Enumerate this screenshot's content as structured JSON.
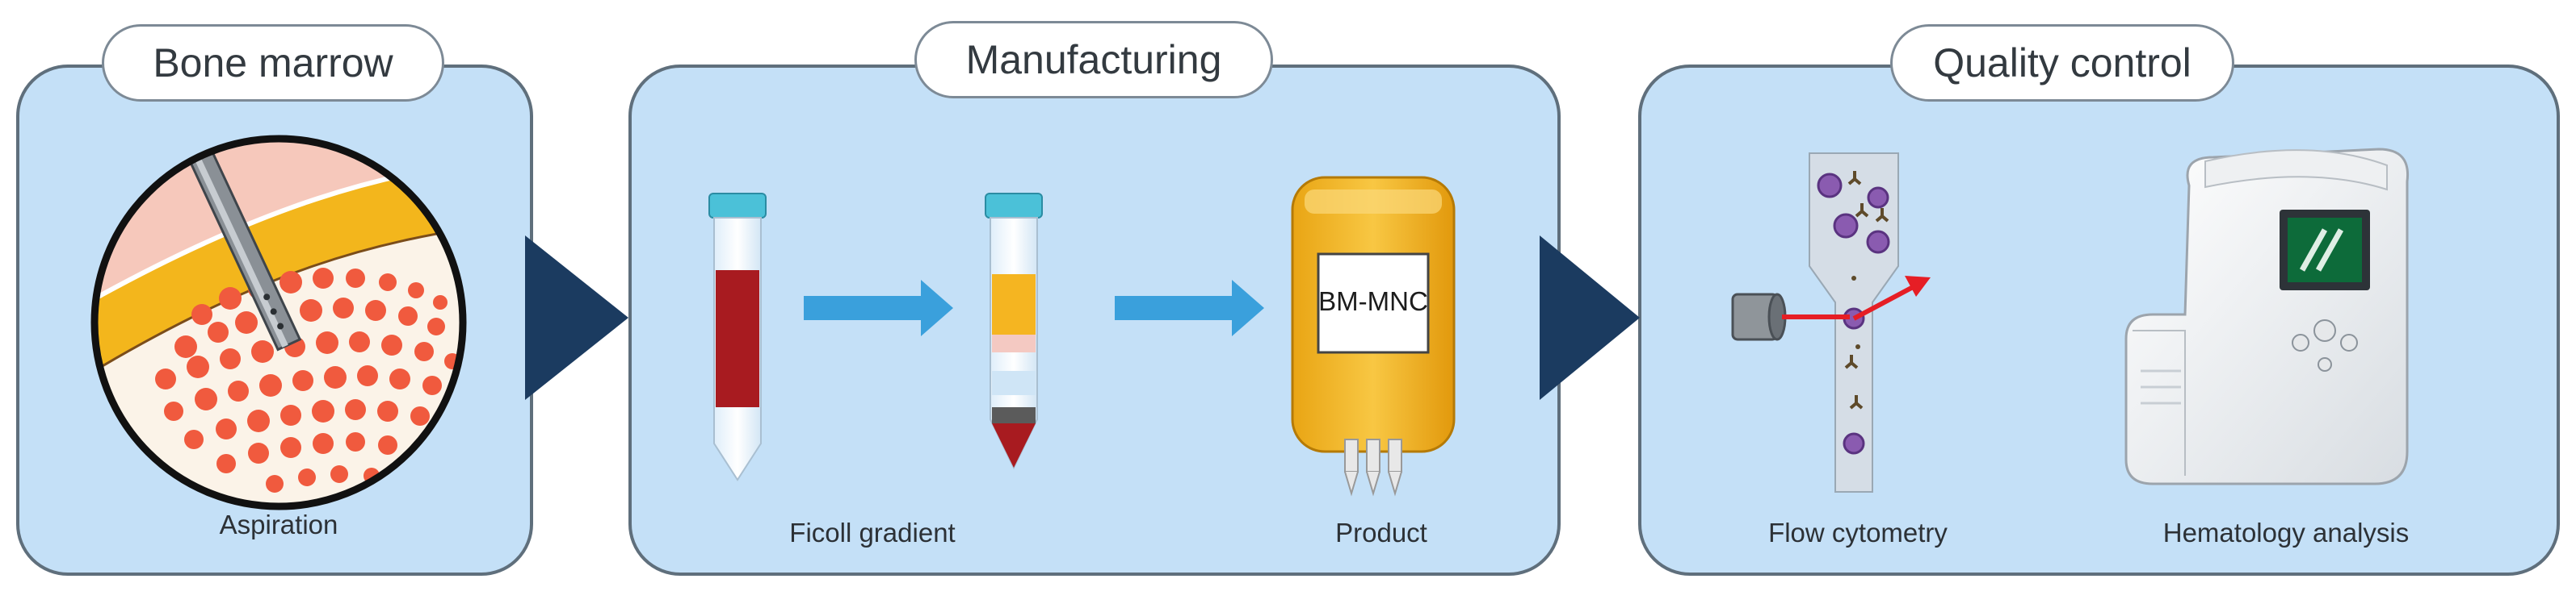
{
  "panels": [
    {
      "title": "Bone marrow",
      "steps": [
        {
          "caption": "Aspiration",
          "icon": "bone-marrow-aspiration-icon"
        }
      ]
    },
    {
      "title": "Manufacturing",
      "steps": [
        {
          "caption": "Ficoll gradient",
          "icon": "ficoll-tubes-icon"
        },
        {
          "caption": "Product",
          "icon": "blood-bag-icon",
          "label": "BM-MNC"
        }
      ]
    },
    {
      "title": "Quality control",
      "steps": [
        {
          "caption": "Flow cytometry",
          "icon": "flow-cytometry-icon"
        },
        {
          "caption": "Hematology analysis",
          "icon": "hematology-analyzer-icon"
        }
      ]
    }
  ],
  "colors": {
    "panel_fill": "#c4e0f7",
    "panel_border": "#5f6f7c",
    "chevron": "#1b3b60",
    "arrow": "#3aa0dc",
    "blood": "#a81b20",
    "plasma": "#f5b521",
    "tube_cap": "#4bc1d8",
    "bag": "#f4b823",
    "marrow": "#f05a3e",
    "laser": "#e61e25"
  }
}
